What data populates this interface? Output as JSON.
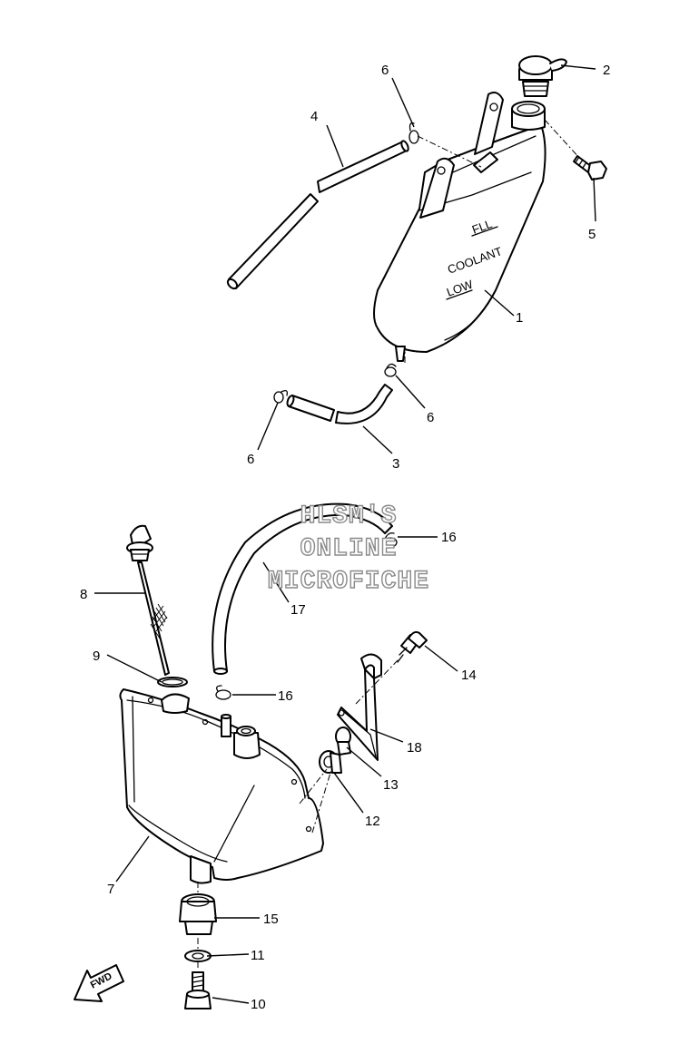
{
  "callouts": [
    {
      "id": "1",
      "label": "1"
    },
    {
      "id": "2",
      "label": "2"
    },
    {
      "id": "3",
      "label": "3"
    },
    {
      "id": "4",
      "label": "4"
    },
    {
      "id": "5",
      "label": "5"
    },
    {
      "id": "6a",
      "label": "6"
    },
    {
      "id": "6b",
      "label": "6"
    },
    {
      "id": "6c",
      "label": "6"
    },
    {
      "id": "7",
      "label": "7"
    },
    {
      "id": "8",
      "label": "8"
    },
    {
      "id": "9",
      "label": "9"
    },
    {
      "id": "10",
      "label": "10"
    },
    {
      "id": "11",
      "label": "11"
    },
    {
      "id": "12",
      "label": "12"
    },
    {
      "id": "13",
      "label": "13"
    },
    {
      "id": "14",
      "label": "14"
    },
    {
      "id": "15",
      "label": "15"
    },
    {
      "id": "16a",
      "label": "16"
    },
    {
      "id": "16b",
      "label": "16"
    },
    {
      "id": "17",
      "label": "17"
    },
    {
      "id": "18",
      "label": "18"
    }
  ],
  "tank_labels": {
    "full": "FLL",
    "name": "COOLANT",
    "low": "LOW"
  },
  "watermark": {
    "line1": "HLSM'S",
    "line2": "ONLINE",
    "line3": "MICROFICHE"
  },
  "fwd_label": "FWD"
}
